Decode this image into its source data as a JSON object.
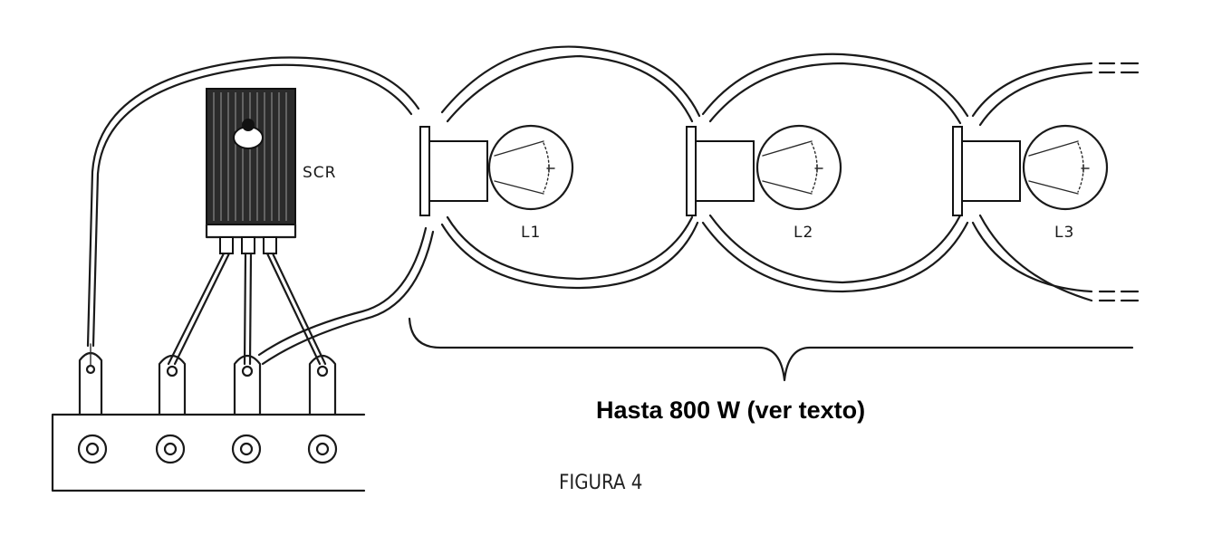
{
  "diagram": {
    "component_label": "SCR",
    "lamps": [
      {
        "label": "L1"
      },
      {
        "label": "L2"
      },
      {
        "label": "L3"
      }
    ],
    "power_note": "Hasta 800 W  (ver texto)",
    "figure_caption": "FIGURA 4"
  }
}
